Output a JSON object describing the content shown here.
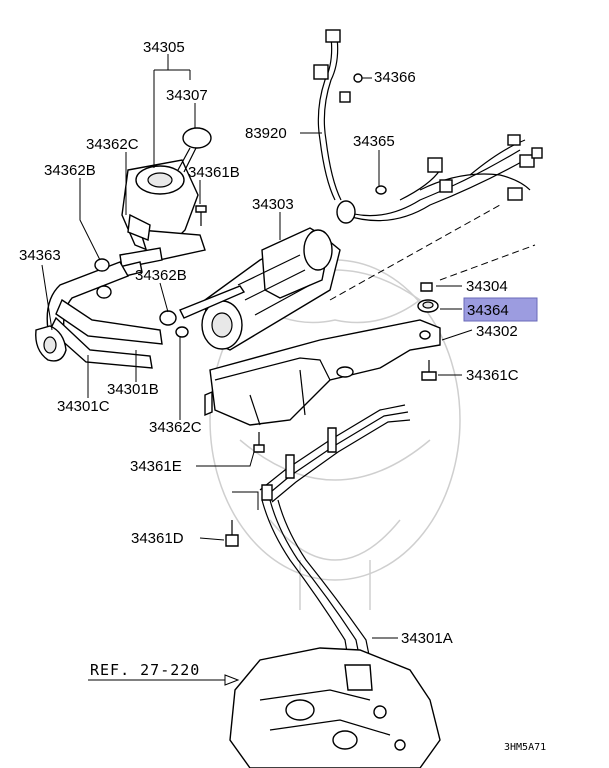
{
  "diagram": {
    "labels": {
      "p34305": "34305",
      "p34307": "34307",
      "p34362C_top": "34362C",
      "p34362B_left": "34362B",
      "p34361B": "34361B",
      "p34363": "34363",
      "p34362B_mid": "34362B",
      "p34301B": "34301B",
      "p34301C": "34301C",
      "p34362C_bottom": "34362C",
      "p34366": "34366",
      "p83920": "83920",
      "p34365": "34365",
      "p34303": "34303",
      "p34304": "34304",
      "p34364": "34364",
      "p34302": "34302",
      "p34361C": "34361C",
      "p34361E": "34361E",
      "p34361D": "34361D",
      "p34301A": "34301A",
      "ref": "REF. 27-220",
      "code": "3HM5A71"
    },
    "highlight_color": "#9c9ce0"
  }
}
